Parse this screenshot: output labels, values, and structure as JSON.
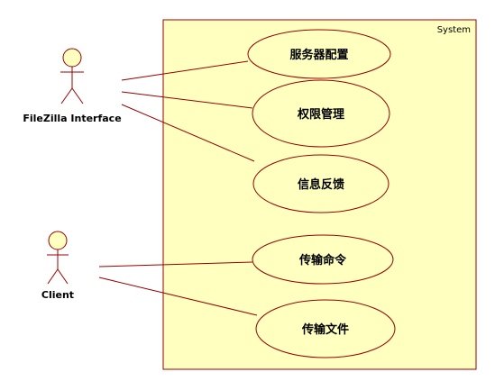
{
  "system": {
    "label": "System"
  },
  "actors": [
    {
      "id": "filezilla",
      "name": "FileZilla Interface"
    },
    {
      "id": "client",
      "name": "Client"
    }
  ],
  "use_cases": [
    {
      "id": "uc1",
      "label": "服务器配置"
    },
    {
      "id": "uc2",
      "label": "权限管理"
    },
    {
      "id": "uc3",
      "label": "信息反馈"
    },
    {
      "id": "uc4",
      "label": "传输命令"
    },
    {
      "id": "uc5",
      "label": "传输文件"
    }
  ],
  "associations": [
    {
      "actor": "filezilla",
      "use_case": "uc1"
    },
    {
      "actor": "filezilla",
      "use_case": "uc2"
    },
    {
      "actor": "filezilla",
      "use_case": "uc3"
    },
    {
      "actor": "client",
      "use_case": "uc4"
    },
    {
      "actor": "client",
      "use_case": "uc5"
    }
  ],
  "colors": {
    "fill": "#ffffc0",
    "stroke": "#990000",
    "text": "#000000"
  }
}
